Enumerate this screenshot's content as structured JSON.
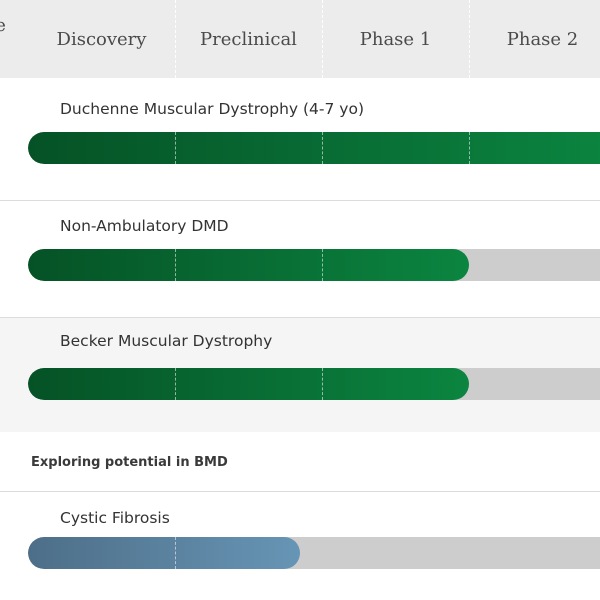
{
  "header": {
    "cut_label": "te",
    "phases": [
      "Discovery",
      "Preclinical",
      "Phase 1",
      "Phase 2"
    ]
  },
  "rows": [
    {
      "label": "Duchenne Muscular Dystrophy (4-7 yo)",
      "progress_stages": 4.0,
      "color": "green"
    },
    {
      "label": "Non-Ambulatory DMD",
      "progress_stages": 3.0,
      "color": "green"
    },
    {
      "label": "Becker Muscular Dystrophy",
      "progress_stages": 3.0,
      "color": "green"
    },
    {
      "label": "Cystic Fibrosis",
      "progress_stages": 1.85,
      "color": "blue"
    }
  ],
  "note": "Exploring potential in BMD",
  "colors": {
    "header_bg": "#ececec",
    "green_start": "#055226",
    "green_end": "#0b8540",
    "blue_start": "#4d6e88",
    "blue_end": "#6795b5",
    "track": "#cdcdcd",
    "alt_row_bg": "#f5f5f5"
  }
}
